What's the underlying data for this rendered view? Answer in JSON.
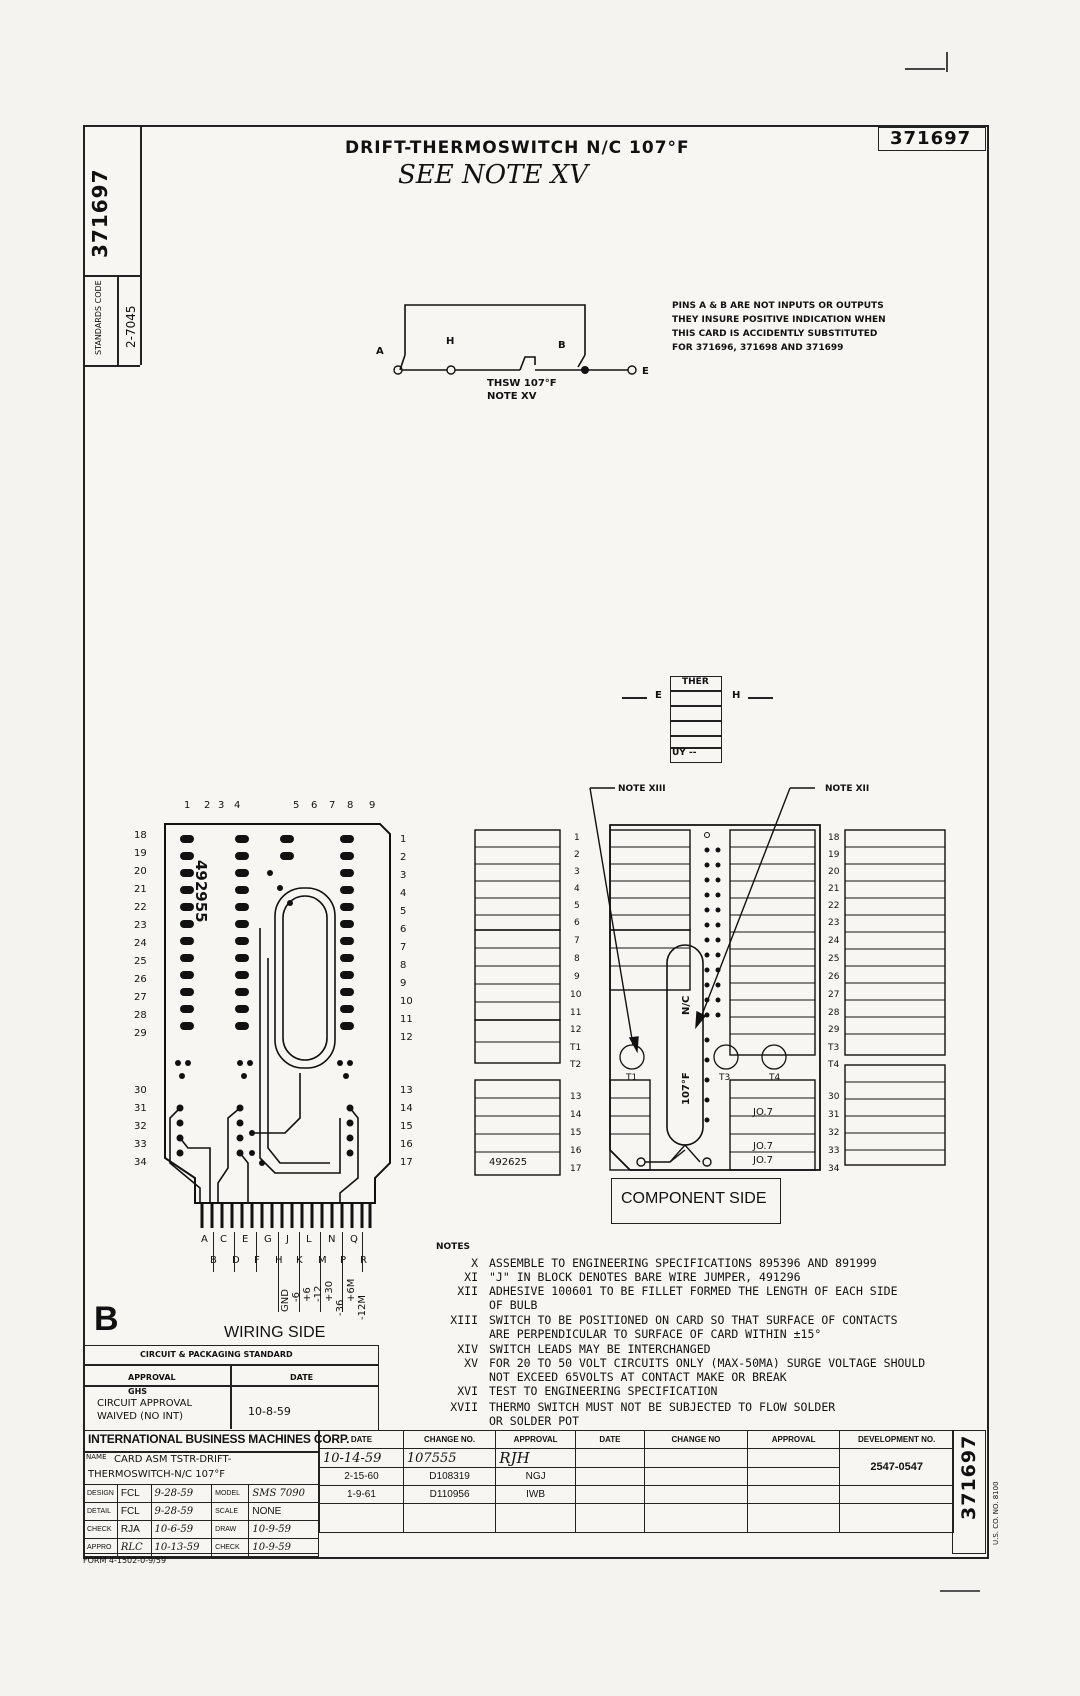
{
  "title_block": {
    "drawing_title": "DRIFT-THERMOSWITCH N/C 107°F",
    "see_note": "SEE NOTE XV",
    "drawing_number": "371697",
    "side_number": "371697",
    "standards_label": "STANDARDS CODE",
    "standards_code": "2-7045"
  },
  "schematic": {
    "pin_a": "A",
    "pin_h": "H",
    "pin_b": "B",
    "pin_e": "E",
    "thsw_label": "THSW 107°F",
    "thsw_note": "NOTE XV",
    "pins_note": [
      "PINS A & B ARE NOT INPUTS OR OUTPUTS",
      "THEY INSURE POSITIVE INDICATION WHEN",
      "THIS CARD IS ACCIDENTLY SUBSTITUTED",
      "FOR 371696, 371698 AND 371699"
    ]
  },
  "logic_block": {
    "ther": "THER",
    "uy": "UY --",
    "e": "E",
    "h": "H"
  },
  "wiring_side": {
    "top_numbers": [
      "1",
      "2",
      "3",
      "4",
      "5",
      "6",
      "7",
      "8",
      "9"
    ],
    "left_numbers": [
      "18",
      "19",
      "20",
      "21",
      "22",
      "23",
      "24",
      "25",
      "26",
      "27",
      "28",
      "29",
      "30",
      "31",
      "32",
      "33",
      "34"
    ],
    "right_numbers": [
      "1",
      "2",
      "3",
      "4",
      "5",
      "6",
      "7",
      "8",
      "9",
      "10",
      "11",
      "12",
      "13",
      "14",
      "15",
      "16",
      "17"
    ],
    "part_number": "492955",
    "pins_row1": [
      "A",
      "C",
      "E",
      "G",
      "J",
      "L",
      "N",
      "Q"
    ],
    "pins_row2": [
      "B",
      "D",
      "F",
      "H",
      "K",
      "M",
      "P",
      "R"
    ],
    "voltages": [
      "GND",
      "-6",
      "+6",
      "-12",
      "+30",
      "-36",
      "+6M",
      "-12M"
    ],
    "label": "WIRING SIDE",
    "letter": "B"
  },
  "component_side": {
    "note_left": "NOTE XIII",
    "note_right": "NOTE XII",
    "left_numbers": [
      "1",
      "2",
      "3",
      "4",
      "5",
      "6",
      "7",
      "8",
      "9",
      "10",
      "11",
      "12",
      "T1",
      "T2",
      "13",
      "14",
      "15",
      "16",
      "17"
    ],
    "right_numbers": [
      "18",
      "19",
      "20",
      "21",
      "22",
      "23",
      "24",
      "25",
      "26",
      "27",
      "28",
      "29",
      "T3",
      "T4",
      "30",
      "31",
      "32",
      "33",
      "34"
    ],
    "part_number": "492625",
    "nc": "N/C",
    "temp": "107°F",
    "t1": "T1",
    "t3": "T3",
    "t4": "T4",
    "jo": "JO.7",
    "label": "COMPONENT SIDE"
  },
  "notes": {
    "heading": "NOTES",
    "items": [
      {
        "num": "X",
        "text": "ASSEMBLE TO ENGINEERING SPECIFICATIONS 895396 AND 891999"
      },
      {
        "num": "XI",
        "text": "\"J\" IN BLOCK DENOTES BARE WIRE JUMPER, 491296"
      },
      {
        "num": "XII",
        "text": "ADHESIVE 100601 TO BE FILLET FORMED THE LENGTH OF EACH SIDE"
      },
      {
        "num": "",
        "text": "OF BULB"
      },
      {
        "num": "XIII",
        "text": "SWITCH TO BE POSITIONED ON CARD SO THAT SURFACE OF CONTACTS"
      },
      {
        "num": "",
        "text": "ARE PERPENDICULAR TO SURFACE OF CARD WITHIN ±15°"
      },
      {
        "num": "XIV",
        "text": "SWITCH LEADS MAY BE INTERCHANGED"
      },
      {
        "num": "XV",
        "text": "FOR 20 TO 50 VOLT CIRCUITS ONLY (MAX-50MA) SURGE VOLTAGE SHOULD"
      },
      {
        "num": "",
        "text": "NOT EXCEED 65VOLTS AT CONTACT MAKE OR BREAK"
      },
      {
        "num": "XVI",
        "text": "TEST TO ENGINEERING SPECIFICATION"
      },
      {
        "num": "XVII",
        "text": "THERMO SWITCH MUST NOT BE SUBJECTED TO FLOW SOLDER"
      },
      {
        "num": "",
        "text": "OR SOLDER POT"
      }
    ]
  },
  "approval": {
    "heading": "CIRCUIT & PACKAGING STANDARD",
    "col_approval": "APPROVAL",
    "col_date": "DATE",
    "ghs": "GHS",
    "waived1": "CIRCUIT APPROVAL",
    "waived2": "WAIVED (NO INT)",
    "date": "10-8-59"
  },
  "ibm_block": {
    "company": "INTERNATIONAL BUSINESS MACHINES CORP.",
    "name_label": "NAME",
    "name1": "CARD ASM TSTR-DRIFT-",
    "name2": "THERMOSWITCH-N/C 107°F",
    "rows": [
      {
        "k1": "DESIGN",
        "v1": "FCL",
        "d1": "9-28-59",
        "k2": "MODEL",
        "v2": "SMS 7090"
      },
      {
        "k1": "DETAIL",
        "v1": "FCL",
        "d1": "9-28-59",
        "k2": "SCALE",
        "v2": "NONE"
      },
      {
        "k1": "CHECK",
        "v1": "RJA",
        "d1": "10-6-59",
        "k2": "DRAW",
        "v2": "10-9-59"
      },
      {
        "k1": "APPRO",
        "v1": "RLC",
        "d1": "10-13-59",
        "k2": "CHECK",
        "v2": "10-9-59"
      }
    ],
    "form": "FORM 4-1502-0-9/59"
  },
  "changes": {
    "headers": [
      "DATE",
      "CHANGE NO.",
      "APPROVAL",
      "DATE",
      "CHANGE NO",
      "APPROVAL",
      "DEVELOPMENT NO."
    ],
    "rows": [
      [
        "10-14-59",
        "107555",
        "RJH"
      ],
      [
        "2-15-60",
        "D108319",
        "NGJ"
      ],
      [
        "1-9-61",
        "D110956",
        "IWB"
      ]
    ],
    "development_no": "2547-0547"
  },
  "margin_text": "U.S. CO. NO. 8100"
}
